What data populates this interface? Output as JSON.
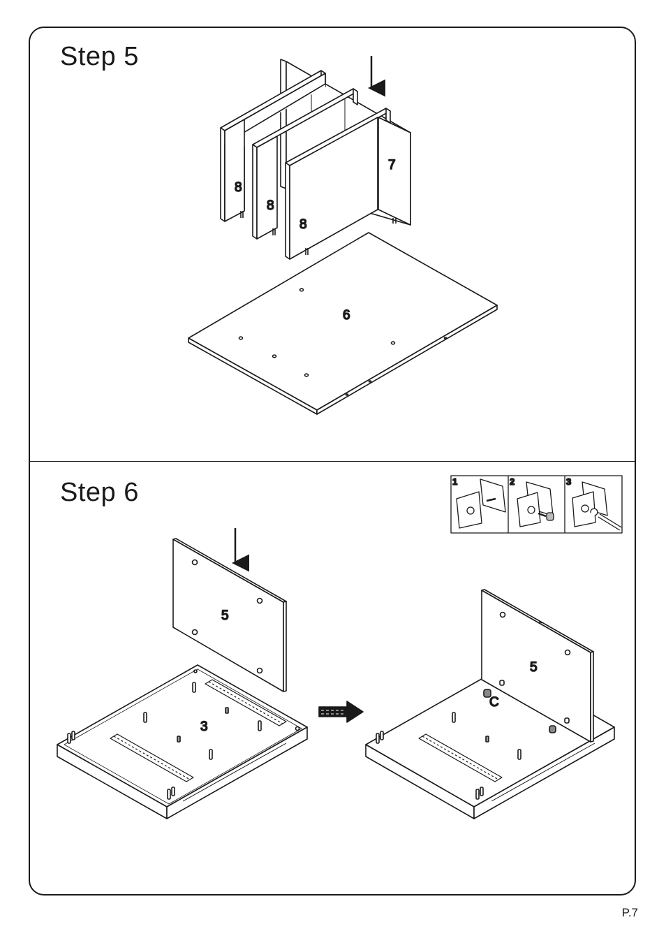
{
  "step5": {
    "title": "Step  5",
    "part_labels": {
      "back_panel": "7",
      "divider_left": "8",
      "divider_middle": "8",
      "divider_front": "8",
      "bottom_panel": "6"
    }
  },
  "step6": {
    "title": "Step  6",
    "inset_labels": [
      "1",
      "2",
      "3"
    ],
    "part_labels": {
      "panel_before": "5",
      "base_before": "3",
      "panel_after": "5",
      "connector": "C"
    }
  },
  "page_number": "P.7"
}
